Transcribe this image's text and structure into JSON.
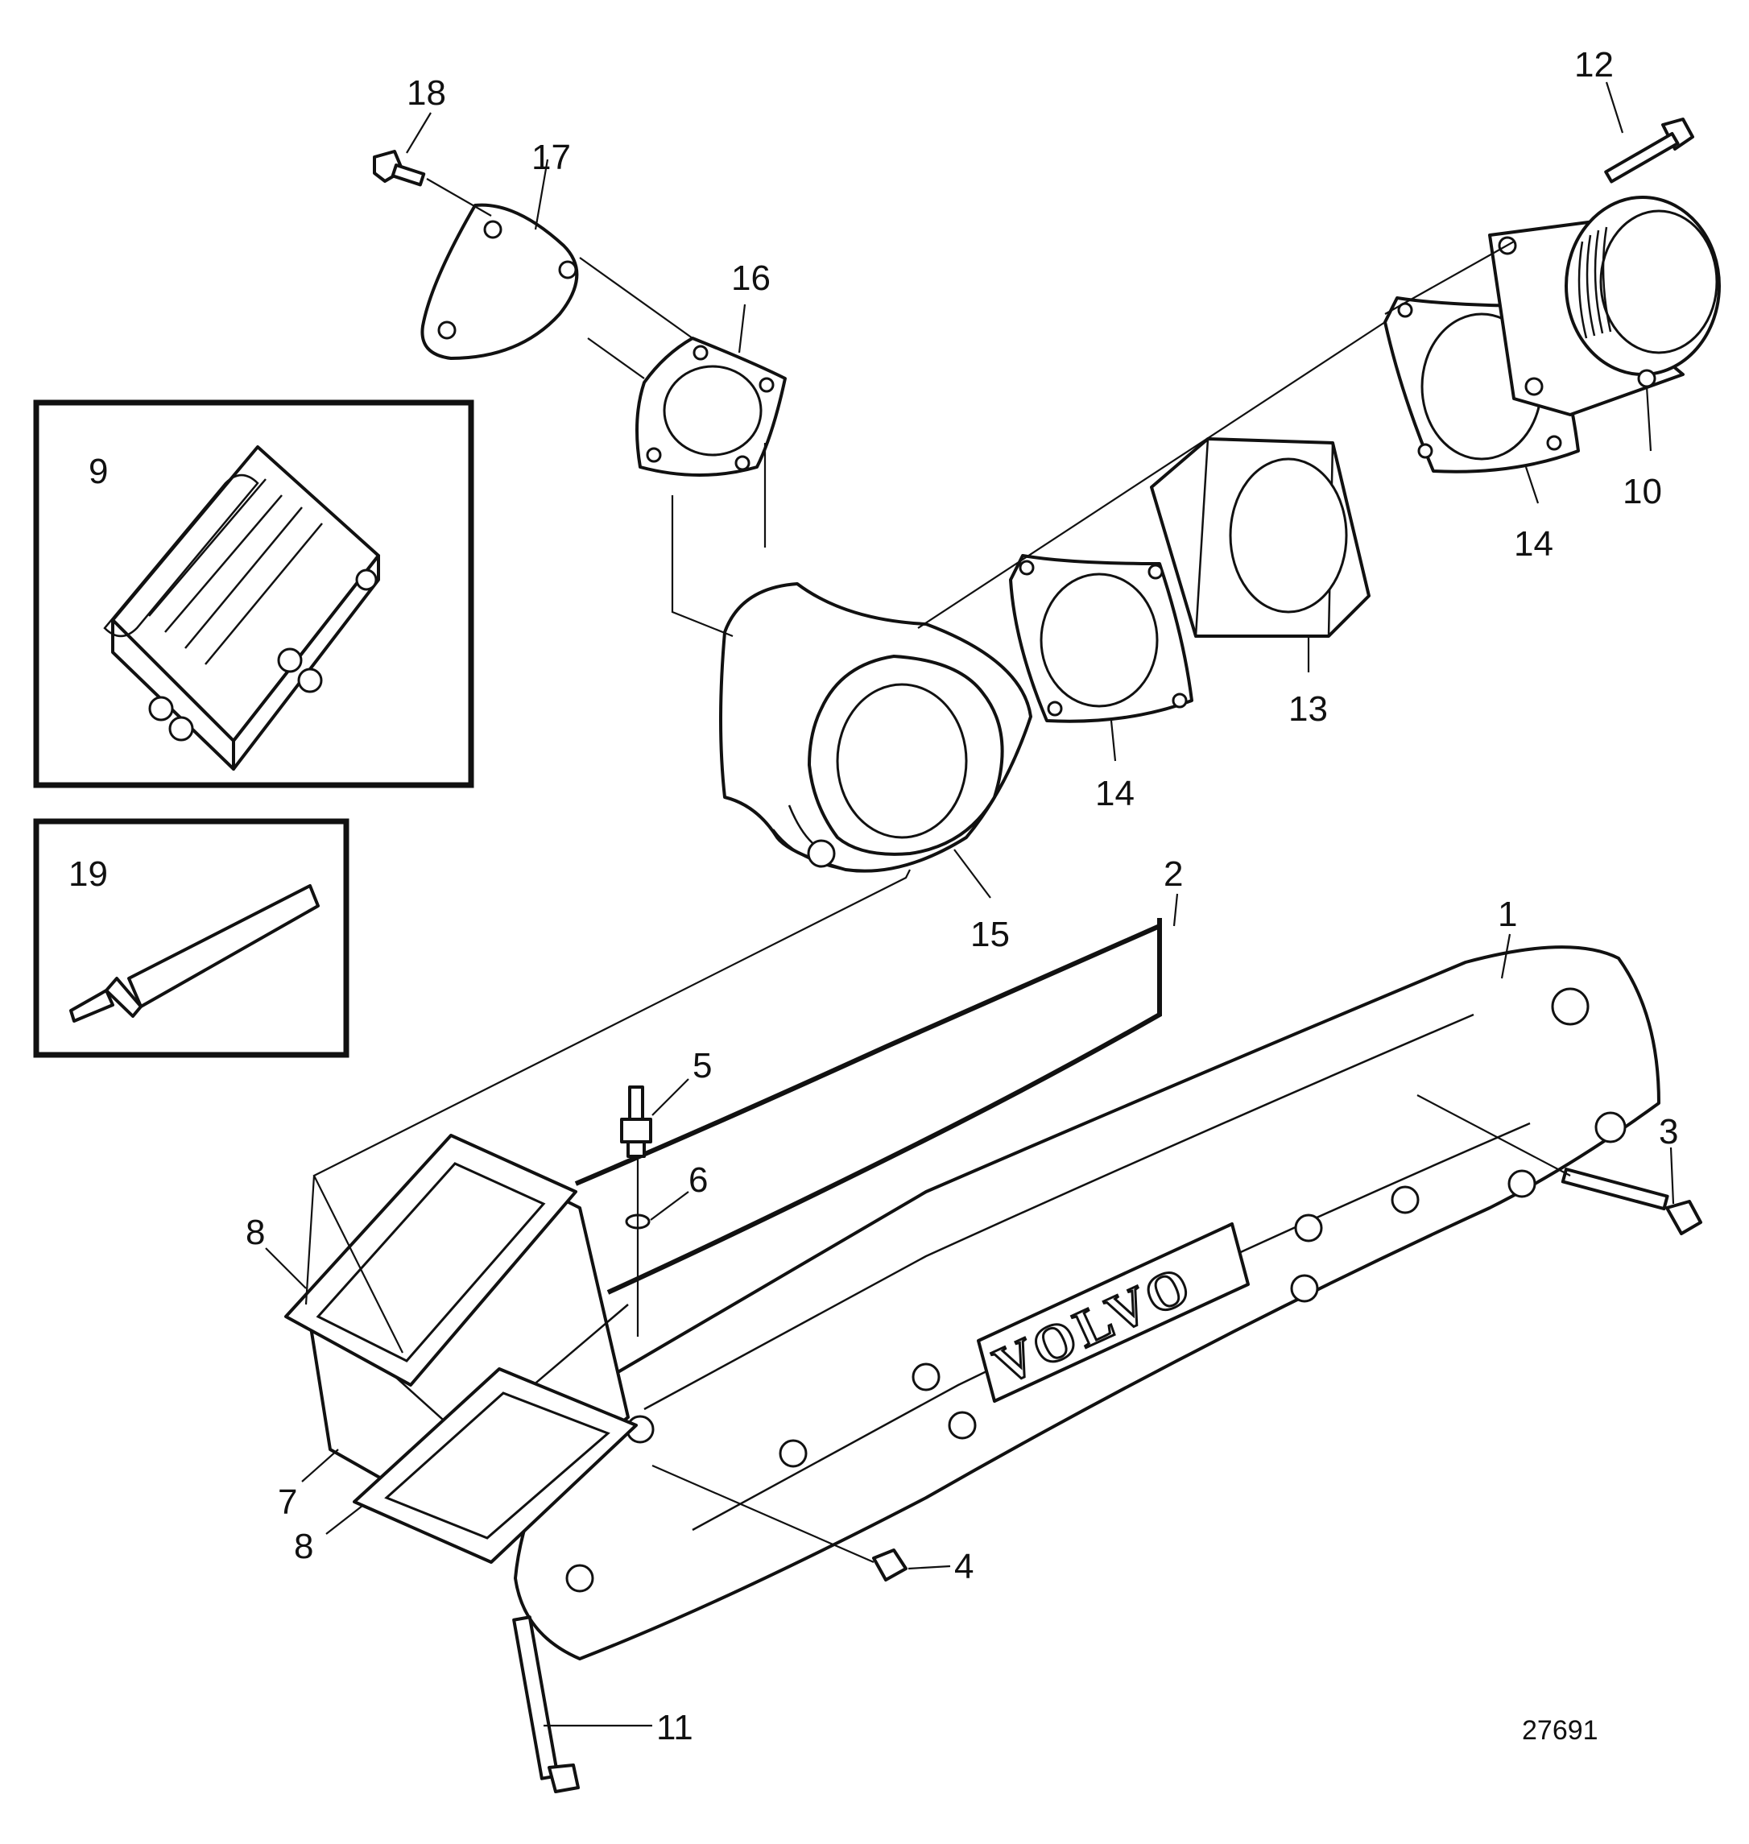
{
  "brand_text": "VOLVO",
  "figure_id": "27691",
  "callouts": [
    {
      "id": "1",
      "label": "1"
    },
    {
      "id": "2",
      "label": "2"
    },
    {
      "id": "3",
      "label": "3"
    },
    {
      "id": "4",
      "label": "4"
    },
    {
      "id": "5",
      "label": "5"
    },
    {
      "id": "6",
      "label": "6"
    },
    {
      "id": "7",
      "label": "7"
    },
    {
      "id": "8a",
      "label": "8"
    },
    {
      "id": "8b",
      "label": "8"
    },
    {
      "id": "9",
      "label": "9"
    },
    {
      "id": "10",
      "label": "10"
    },
    {
      "id": "11",
      "label": "11"
    },
    {
      "id": "12",
      "label": "12"
    },
    {
      "id": "13",
      "label": "13"
    },
    {
      "id": "14a",
      "label": "14"
    },
    {
      "id": "14b",
      "label": "14"
    },
    {
      "id": "15",
      "label": "15"
    },
    {
      "id": "16",
      "label": "16"
    },
    {
      "id": "17",
      "label": "17"
    },
    {
      "id": "18",
      "label": "18"
    },
    {
      "id": "19",
      "label": "19"
    }
  ]
}
